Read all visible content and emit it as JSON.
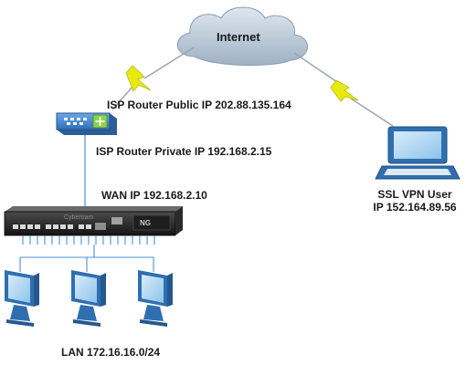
{
  "cloud": {
    "label": "Internet"
  },
  "isp_router": {
    "public_ip_label": "ISP Router Public IP 202.88.135.164",
    "private_ip_label": "ISP Router Private IP 192.168.2.15"
  },
  "firewall": {
    "wan_ip_label": "WAN IP 192.168.2.10",
    "brand_text": "Cyberoam"
  },
  "vpn_user": {
    "line1": "SSL VPN User",
    "line2": "IP 152.164.89.56"
  },
  "lan": {
    "label": "LAN 172.16.16.0/24"
  },
  "colors": {
    "cloud": "#aab9c9",
    "bolt": "#e6ea11",
    "router": "#3f7fc8",
    "monitor": "#3b7ec4",
    "line": "#4a90d9"
  }
}
